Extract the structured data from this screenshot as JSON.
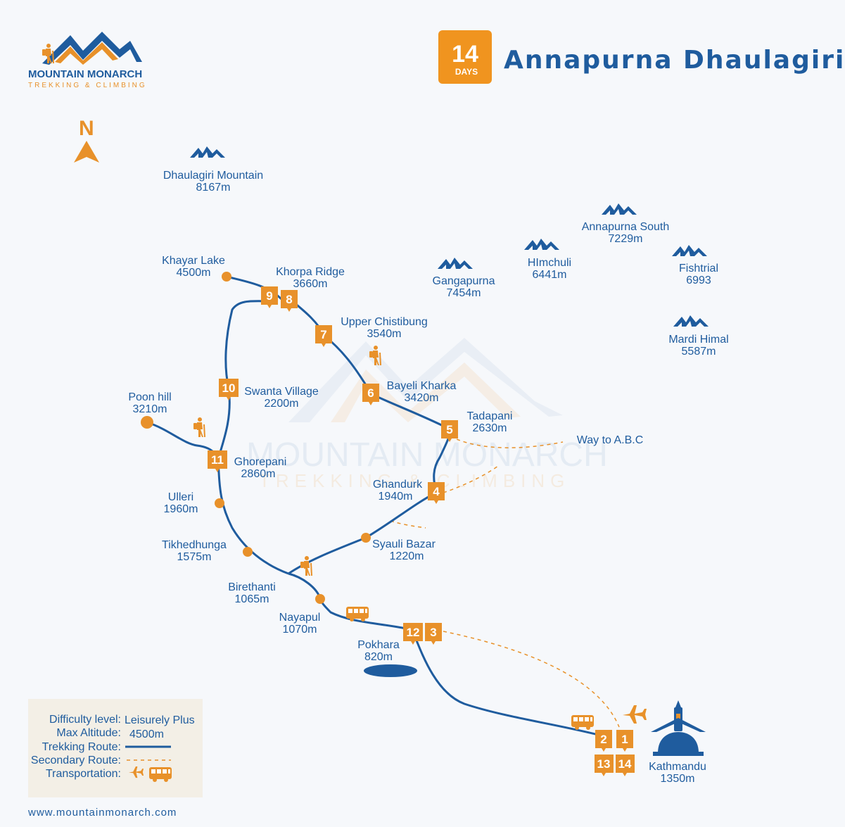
{
  "brand": {
    "name": "MOUNTAIN MONARCH",
    "tagline": "TREKKING & CLIMBING",
    "website": "www.mountainmonarch.com"
  },
  "header": {
    "days_number": "14",
    "days_label": "DAYS",
    "title": "Annapurna Dhaulagiri Trek"
  },
  "compass": {
    "label": "N"
  },
  "colors": {
    "route": "#1f5c9e",
    "accent": "#e8912a",
    "legend_bg": "#f3efe6"
  },
  "mountains": [
    {
      "name": "Dhaulagiri Mountain",
      "altitude": "8167m"
    },
    {
      "name": "Annapurna South",
      "altitude": "7229m"
    },
    {
      "name": "HImchuli",
      "altitude": "6441m"
    },
    {
      "name": "Fishtrial",
      "altitude": "6993"
    },
    {
      "name": "Gangapurna",
      "altitude": "7454m"
    },
    {
      "name": "Mardi Himal",
      "altitude": "5587m"
    }
  ],
  "places": [
    {
      "name": "Khayar Lake",
      "altitude": "4500m"
    },
    {
      "name": "Khorpa Ridge",
      "altitude": "3660m"
    },
    {
      "name": "Upper Chistibung",
      "altitude": "3540m"
    },
    {
      "name": "Bayeli Kharka",
      "altitude": "3420m"
    },
    {
      "name": "Tadapani",
      "altitude": "2630m"
    },
    {
      "name": "Way to A.B.C",
      "altitude": ""
    },
    {
      "name": "Poon hill",
      "altitude": "3210m"
    },
    {
      "name": "Swanta Village",
      "altitude": "2200m"
    },
    {
      "name": "Ghorepani",
      "altitude": "2860m"
    },
    {
      "name": "Ghandurk",
      "altitude": "1940m"
    },
    {
      "name": "Ulleri",
      "altitude": "1960m"
    },
    {
      "name": "Tikhedhunga",
      "altitude": "1575m"
    },
    {
      "name": "Syauli Bazar",
      "altitude": "1220m"
    },
    {
      "name": "Birethanti",
      "altitude": "1065m"
    },
    {
      "name": "Nayapul",
      "altitude": "1070m"
    },
    {
      "name": "Pokhara",
      "altitude": "820m"
    },
    {
      "name": "Kathmandu",
      "altitude": "1350m"
    }
  ],
  "day_markers": [
    "1",
    "2",
    "3",
    "4",
    "5",
    "6",
    "7",
    "8",
    "9",
    "10",
    "11",
    "12",
    "13",
    "14"
  ],
  "watermark": {
    "line1": "MOUNTAIN MONARCH",
    "line2": "TREKKING & CLIMBING"
  },
  "legend": {
    "difficulty_label": "Difficulty level:",
    "difficulty_value": "Leisurely Plus",
    "altitude_label": "Max Altitude:",
    "altitude_value": "4500m",
    "trekking_label": "Trekking Route:",
    "secondary_label": "Secondary Route:",
    "transport_label": "Transportation:"
  }
}
